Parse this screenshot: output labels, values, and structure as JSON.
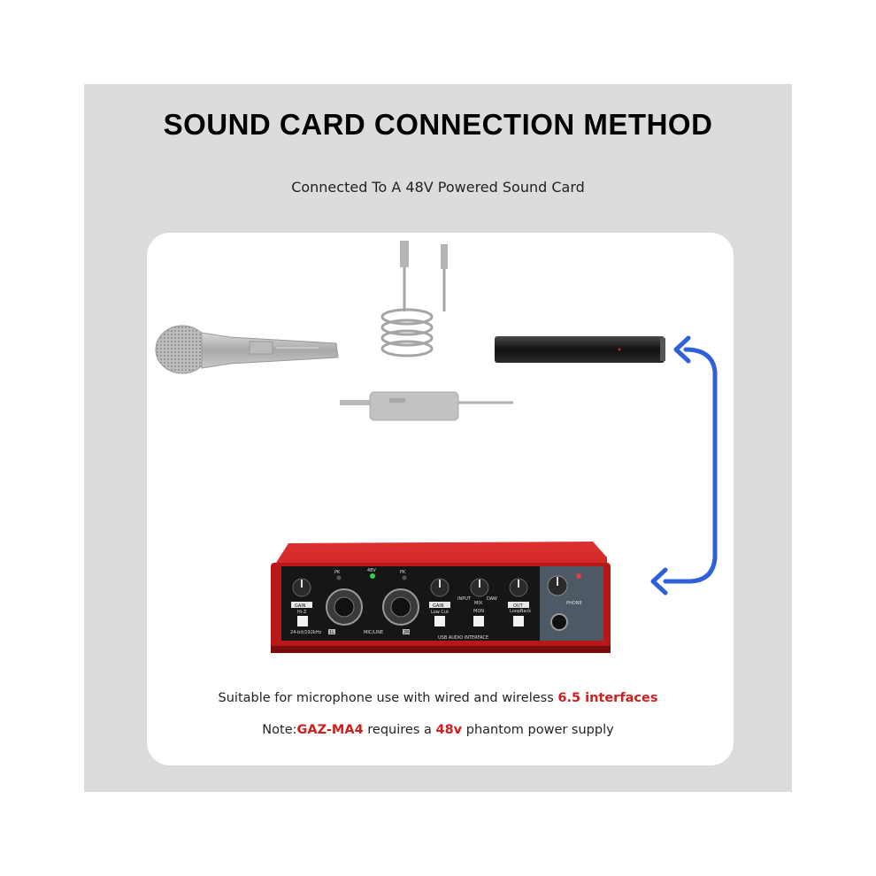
{
  "header": {
    "title": "SOUND CARD CONNECTION METHOD",
    "subtitle": "Connected To A 48V Powered Sound Card"
  },
  "notes": {
    "line1_pre": "Suitable for microphone use with wired and wireless ",
    "line1_highlight": "6.5 interfaces",
    "line2_pre": "Note:",
    "line2_model": "GAZ-MA4",
    "line2_mid": " requires a ",
    "line2_voltage": "48v",
    "line2_post": " phantom power supply"
  },
  "device": {
    "pk_left": "PK",
    "led_48v": "48V",
    "pk_right": "PK",
    "gain1": "GAIN",
    "hiz": "Hi-Z",
    "gain2": "GAIN",
    "lowcut": "Low Cut",
    "mix": "MIX",
    "input": "INPUT",
    "daw": "DAW",
    "mon": "MON",
    "out": "OUT",
    "loopback": "LoopBack",
    "phone": "PHONE",
    "bitrate": "24-bit/192kHz",
    "ch1": "1L",
    "micline": "MIC/LINE",
    "ch2": "2R",
    "usb_label": "USB AUDIO INTERFACE"
  },
  "colors": {
    "panel_bg": "#dcdcdc",
    "card_bg": "#ffffff",
    "highlight": "#cc1f1f",
    "arrow": "#2f5fd9",
    "device_red": "#b81818"
  }
}
